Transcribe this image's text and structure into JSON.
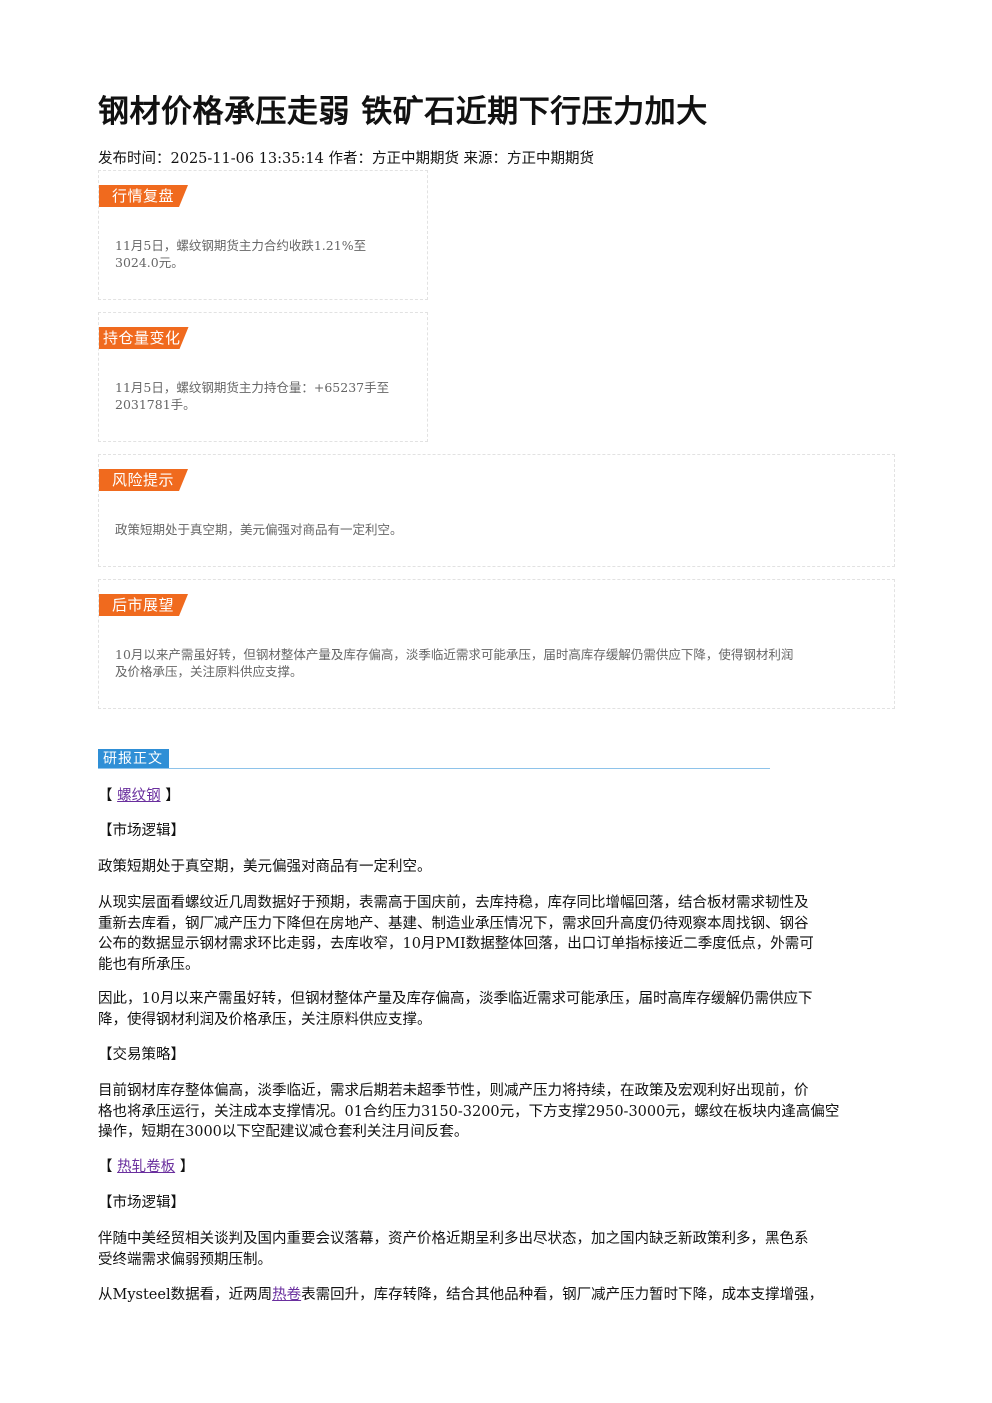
{
  "article": {
    "title": "钢材价格承压走弱 铁矿石近期下行压力加大",
    "meta": "发布时间：2025-11-06 13:35:14 作者：方正中期期货 来源：方正中期期货"
  },
  "boxes": {
    "review": {
      "tag": "行情复盘",
      "line1": "11月5日，螺纹钢期货主力合约收跌1.21%至",
      "line2": "3024.0元。"
    },
    "position": {
      "tag": "持仓量变化",
      "line1": "11月5日，螺纹钢期货主力持仓量：+65237手至",
      "line2": "2031781手。"
    },
    "risk": {
      "tag": "风险提示",
      "line1": "政策短期处于真空期，美元偏强对商品有一定利空。"
    },
    "outlook": {
      "tag": "后市展望",
      "line1": "10月以来产需虽好转，但钢材整体产量及库存偏高，淡季临近需求可能承压，届时高库存缓解仍需供应下降，使得钢材利润",
      "line2": "及价格承压，关注原料供应支撑。"
    }
  },
  "report": {
    "section_label": "研报正文",
    "rebar": {
      "open": "【",
      "link": "螺纹钢",
      "close": "】",
      "logic_head": "【市场逻辑】",
      "p1": "政策短期处于真空期，美元偏强对商品有一定利空。",
      "p2_l1": "从现实层面看螺纹近几周数据好于预期，表需高于国庆前，去库持稳，库存同比增幅回落，结合板材需求韧性及",
      "p2_l2": "重新去库看，钢厂减产压力下降但在房地产、基建、制造业承压情况下，需求回升高度仍待观察本周找钢、钢谷",
      "p2_l3": "公布的数据显示钢材需求环比走弱，去库收窄，10月PMI数据整体回落，出口订单指标接近二季度低点，外需可",
      "p2_l4": "能也有所承压。",
      "p3_l1": "因此，10月以来产需虽好转，但钢材整体产量及库存偏高，淡季临近需求可能承压，届时高库存缓解仍需供应下",
      "p3_l2": "降，使得钢材利润及价格承压，关注原料供应支撑。",
      "strategy_head": "【交易策略】",
      "p4_l1": "目前钢材库存整体偏高，淡季临近，需求后期若未超季节性，则减产压力将持续，在政策及宏观利好出现前，价",
      "p4_l2": "格也将承压运行，关注成本支撑情况。01合约压力3150-3200元，下方支撑2950-3000元，螺纹在板块内逢高偏空",
      "p4_l3": "操作，短期在3000以下空配建议减仓套利关注月间反套。"
    },
    "hrc": {
      "open": "【",
      "link": "热轧卷板",
      "close": "】",
      "logic_head": "【市场逻辑】",
      "p1_l1": "伴随中美经贸相关谈判及国内重要会议落幕，资产价格近期呈利多出尽状态，加之国内缺乏新政策利多，黑色系",
      "p1_l2": "受终端需求偏弱预期压制。",
      "p2_pre": "从Mysteel数据看，近两周",
      "p2_link": "热卷",
      "p2_post": "表需回升，库存转降，结合其他品种看，钢厂减产压力暂时下降，成本支撑增强，"
    }
  },
  "colors": {
    "tag_orange": "#f06a1e",
    "section_blue": "#2f8fd6",
    "link_purple": "#6a2f9e"
  }
}
